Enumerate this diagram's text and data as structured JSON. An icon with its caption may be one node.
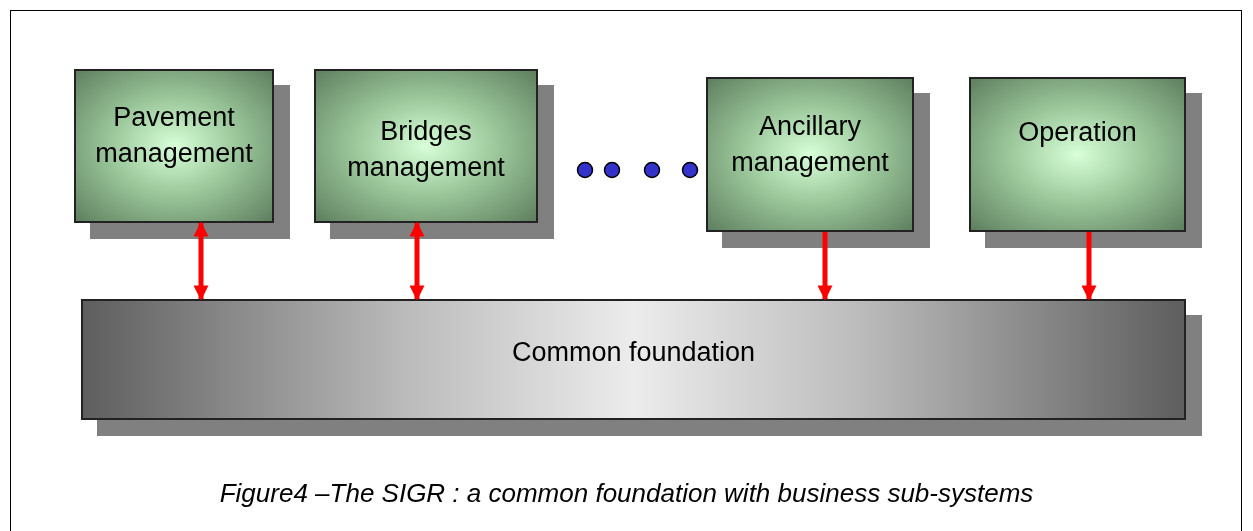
{
  "diagram": {
    "caption": "Figure4 –The SIGR : a common foundation with business sub-systems",
    "nodes": [
      {
        "text": [
          "Pavement management"
        ]
      },
      {
        "text": [
          "Bridges management"
        ]
      },
      {
        "text": [
          "Ancillary management"
        ]
      },
      {
        "text": [
          "Operation"
        ]
      },
      {
        "text": [
          "Common foundation"
        ]
      }
    ],
    "edges": [
      {
        "from": 0,
        "to": 4,
        "arrow": "both"
      },
      {
        "from": 1,
        "to": 4,
        "arrow": "both"
      },
      {
        "from": 2,
        "to": 4,
        "arrow": "to"
      },
      {
        "from": 3,
        "to": 4,
        "arrow": "to"
      }
    ]
  }
}
